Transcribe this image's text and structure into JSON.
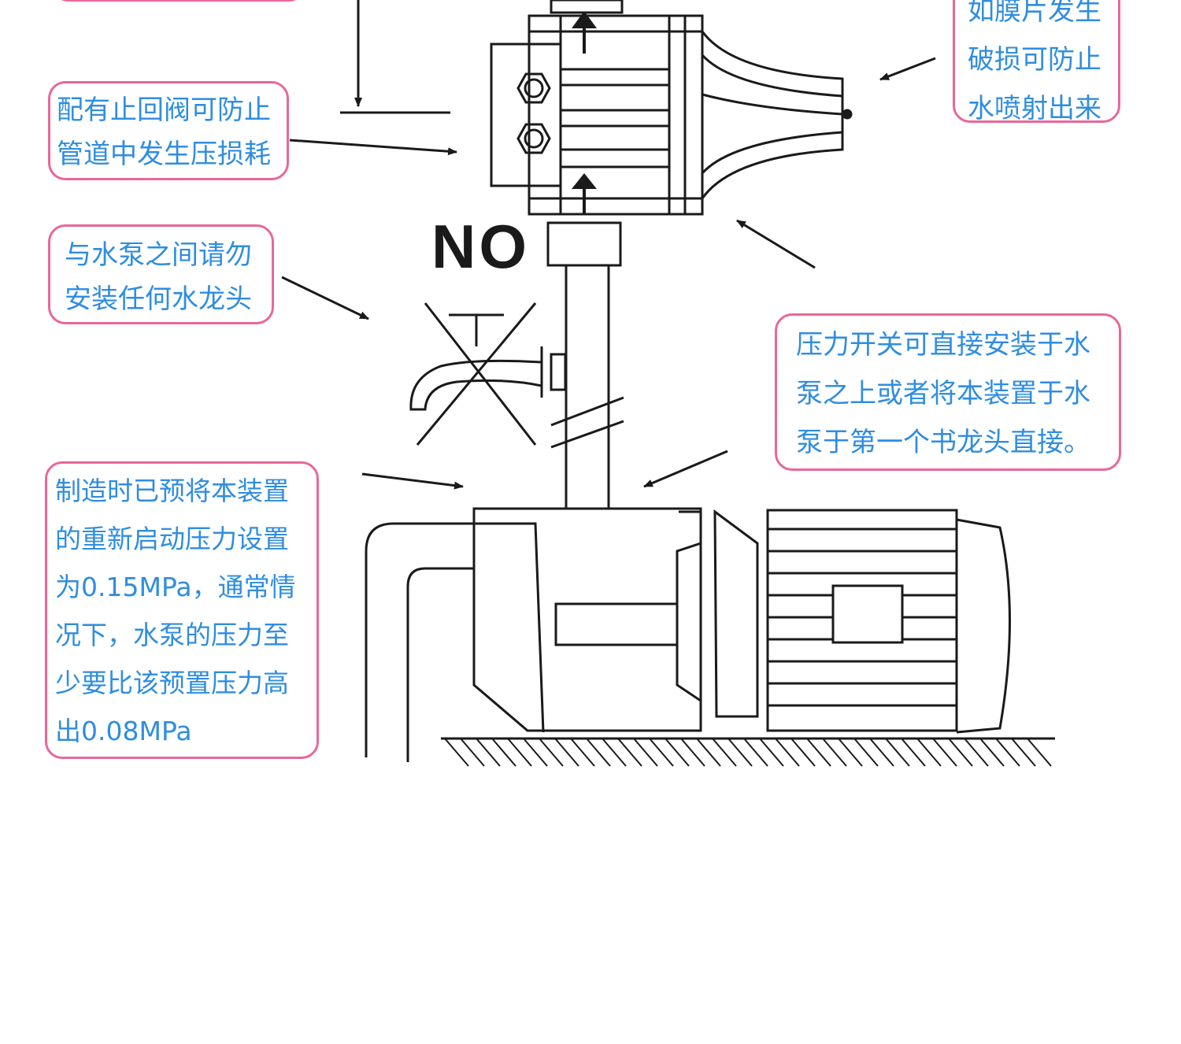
{
  "callouts": {
    "top_left": {
      "lines": [
        ""
      ]
    },
    "top_right": {
      "lines": [
        "如膜片发生",
        "破损可防止",
        "水喷射出来"
      ]
    },
    "check_valve": {
      "lines": [
        "配有止回阀可防止",
        "管道中发生压损耗"
      ]
    },
    "no_faucet": {
      "lines": [
        "与水泵之间请勿",
        "安装任何水龙头"
      ]
    },
    "install": {
      "lines": [
        "压力开关可直接安装于水",
        "泵之上或者将本装置于水",
        "泵于第一个书龙头直接。"
      ]
    },
    "preset": {
      "lines": [
        "制造时已预将本装置",
        "的重新启动压力设置",
        "为0.15MPa，通常情",
        "况下，水泵的压力至",
        "少要比该预置压力高",
        "出0.08MPa"
      ]
    }
  },
  "no_label": "NO",
  "colors": {
    "border": "#e8679a",
    "text": "#2f8de0",
    "line": "#1a1a1a"
  }
}
